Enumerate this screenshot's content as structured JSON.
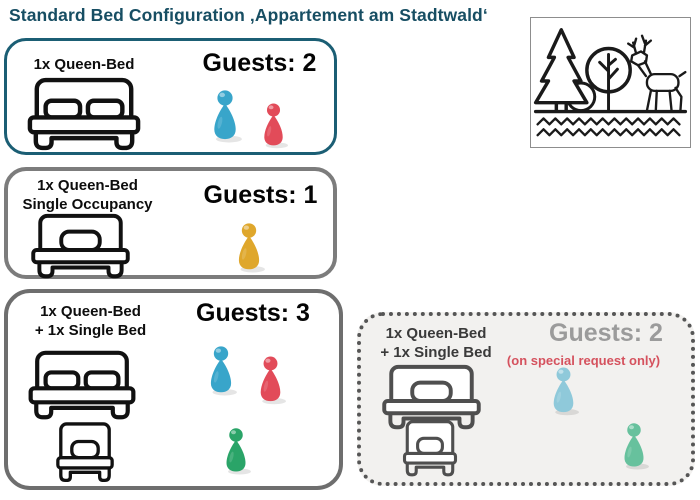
{
  "title": "Standard Bed Configuration ‚Appartement am Stadtwald‘",
  "cards": [
    {
      "label1": "1x Queen-Bed",
      "guests": "Guests: 2",
      "beds": [
        "queen-bed"
      ],
      "pawns": [
        "blue",
        "red"
      ]
    },
    {
      "label1": "1x Queen-Bed",
      "label2": "Single Occupancy",
      "guests": "Guests: 1",
      "beds": [
        "queen-bed-single-pillow"
      ],
      "pawns": [
        "yellow"
      ]
    },
    {
      "label1": "1x Queen-Bed",
      "label2": "+ 1x Single Bed",
      "guests": "Guests: 3",
      "beds": [
        "queen-bed",
        "single-bed"
      ],
      "pawns": [
        "blue",
        "red",
        "green"
      ]
    },
    {
      "label1": "1x Queen-Bed",
      "label2": "+ 1x Single Bed",
      "guests": "Guests: 2",
      "note": "(on special request only)",
      "beds": [
        "queen-bed-single-pillow",
        "single-bed"
      ],
      "pawns": [
        "light-blue",
        "light-green"
      ]
    }
  ],
  "illustration": "forest-with-pine-tree-round-tree-deer-and-water-waves",
  "icons": {
    "queen_bed": "queen-bed-icon",
    "queen_bed_single_pillow": "queen-bed-single-pillow-icon",
    "single_bed": "single-bed-icon",
    "pawn": "guest-pawn-icon",
    "forest": "forest-deer-illustration"
  },
  "colors": {
    "title_teal": "#174e63",
    "card1_border": "#1b5e74",
    "card2_border": "#7c7c7c",
    "card3_border": "#6e6e6e",
    "dashed_border": "#565656",
    "dashed_bg": "#f2f1ef",
    "dashed_label": "#3a3a3a",
    "guests_muted": "#9b9b9b",
    "note_red": "#d5525e",
    "bed_icon_black": "#111111",
    "bed_icon_gray": "#4f4f4f",
    "pawn_blue": "#38a5ca",
    "pawn_red": "#e24b59",
    "pawn_yellow": "#dfa72c",
    "pawn_green": "#2aa468",
    "pawn_light_blue": "#8fc9da",
    "pawn_light_green": "#67c19d"
  }
}
